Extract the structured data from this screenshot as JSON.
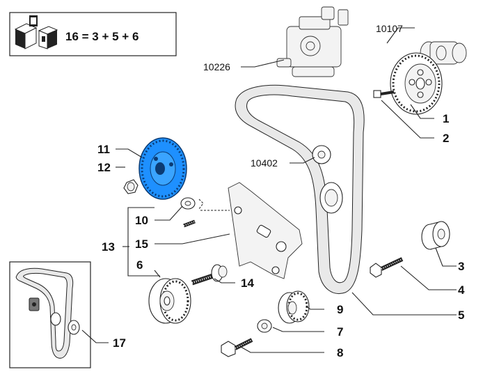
{
  "header": {
    "formula": "16 = 3 + 5 + 6"
  },
  "labels": {
    "l1": "1",
    "l2": "2",
    "l3": "3",
    "l4": "4",
    "l5": "5",
    "l6": "6",
    "l7": "7",
    "l8": "8",
    "l9": "9",
    "l10": "10",
    "l11": "11",
    "l12": "12",
    "l13": "13",
    "l14": "14",
    "l15": "15",
    "l17": "17"
  },
  "references": {
    "r10107": "10107",
    "r10226": "10226",
    "r10402": "10402"
  },
  "colors": {
    "highlight": "#1e90ff",
    "ink": "#222222",
    "background": "#ffffff"
  },
  "icons": [
    "kit-boxes-icon"
  ]
}
